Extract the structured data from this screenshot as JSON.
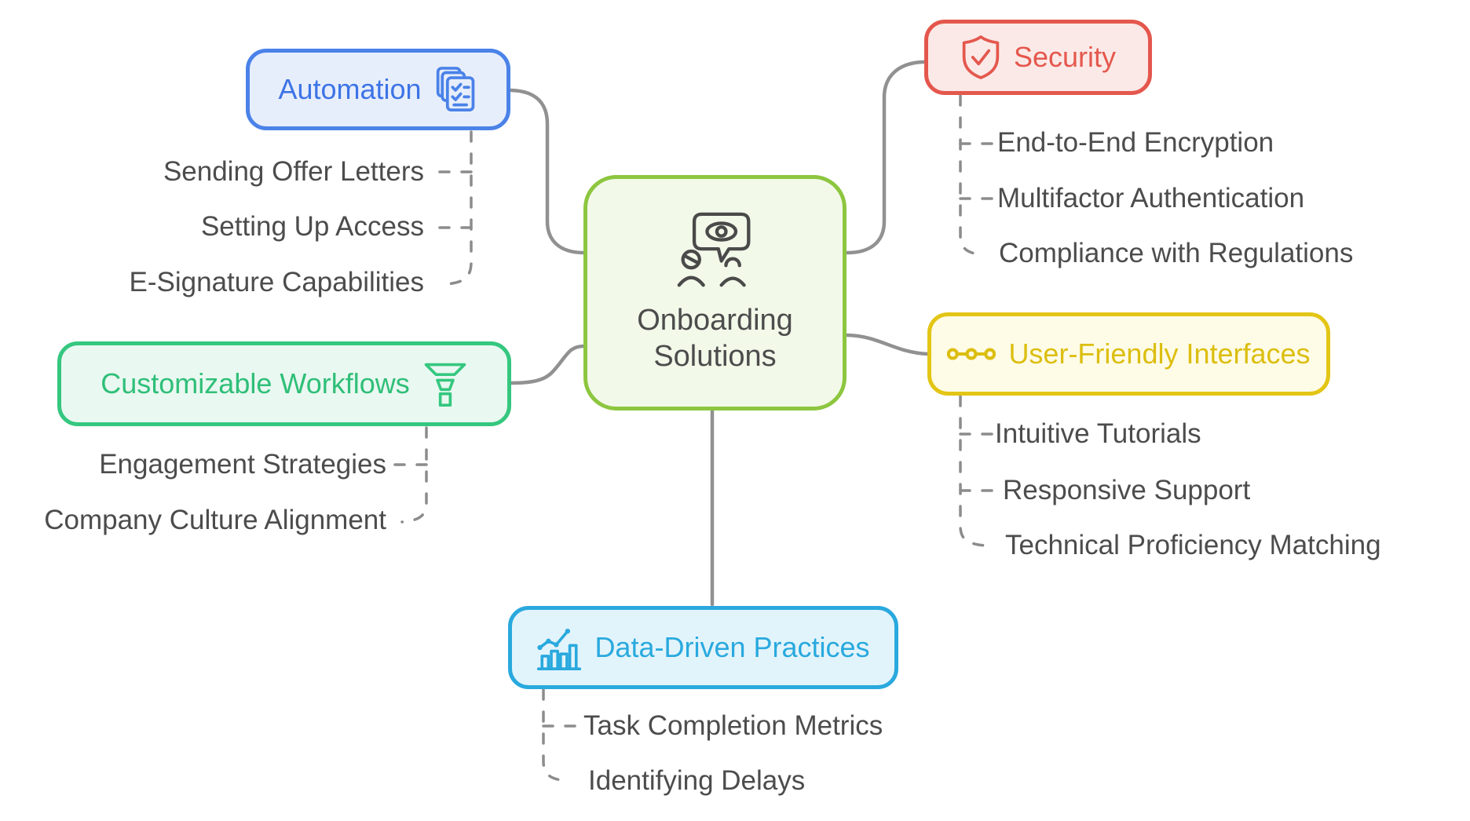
{
  "diagram": {
    "type": "mindmap",
    "title": "Onboarding Solutions mind map",
    "root": {
      "label_lines": [
        "Onboarding",
        "Solutions"
      ],
      "icon": "people-observation-icon",
      "border_color": "#8DC63F",
      "fill_color": "#F2F9E9",
      "text_color": "#4C4C4C"
    },
    "branches": [
      {
        "id": "automation",
        "label": "Automation",
        "icon": "checklist-copy-icon",
        "border_color": "#4A82E8",
        "fill_color": "#E7EEFB",
        "text_color": "#3D74E6",
        "children": [
          "Sending Offer Letters",
          "Setting Up Access",
          "E-Signature Capabilities"
        ]
      },
      {
        "id": "customizable-workflows",
        "label": "Customizable Workflows",
        "icon": "funnel-icon",
        "border_color": "#35C77F",
        "fill_color": "#E9F8F1",
        "text_color": "#2FBF78",
        "children": [
          "Engagement Strategies",
          "Company Culture Alignment"
        ]
      },
      {
        "id": "security",
        "label": "Security",
        "icon": "shield-check-icon",
        "border_color": "#E4574D",
        "fill_color": "#FBE9E7",
        "text_color": "#E4574D",
        "children": [
          "End-to-End Encryption",
          "Multifactor Authentication",
          "Compliance with Regulations"
        ]
      },
      {
        "id": "user-friendly-interfaces",
        "label": "User-Friendly Interfaces",
        "icon": "linked-circles-icon",
        "border_color": "#E3C515",
        "fill_color": "#FEFBE6",
        "text_color": "#DCBE10",
        "children": [
          "Intuitive Tutorials",
          "Responsive Support",
          "Technical Proficiency Matching"
        ]
      },
      {
        "id": "data-driven-practices",
        "label": "Data-Driven Practices",
        "icon": "bar-chart-trend-icon",
        "border_color": "#29A9DE",
        "fill_color": "#E2F4FB",
        "text_color": "#29A9DE",
        "children": [
          "Task Completion Metrics",
          "Identifying Delays"
        ]
      }
    ],
    "connector_color_solid": "#919191",
    "connector_color_dashed": "#8C8C8C",
    "leaf_text_color": "#4C4C4C"
  }
}
